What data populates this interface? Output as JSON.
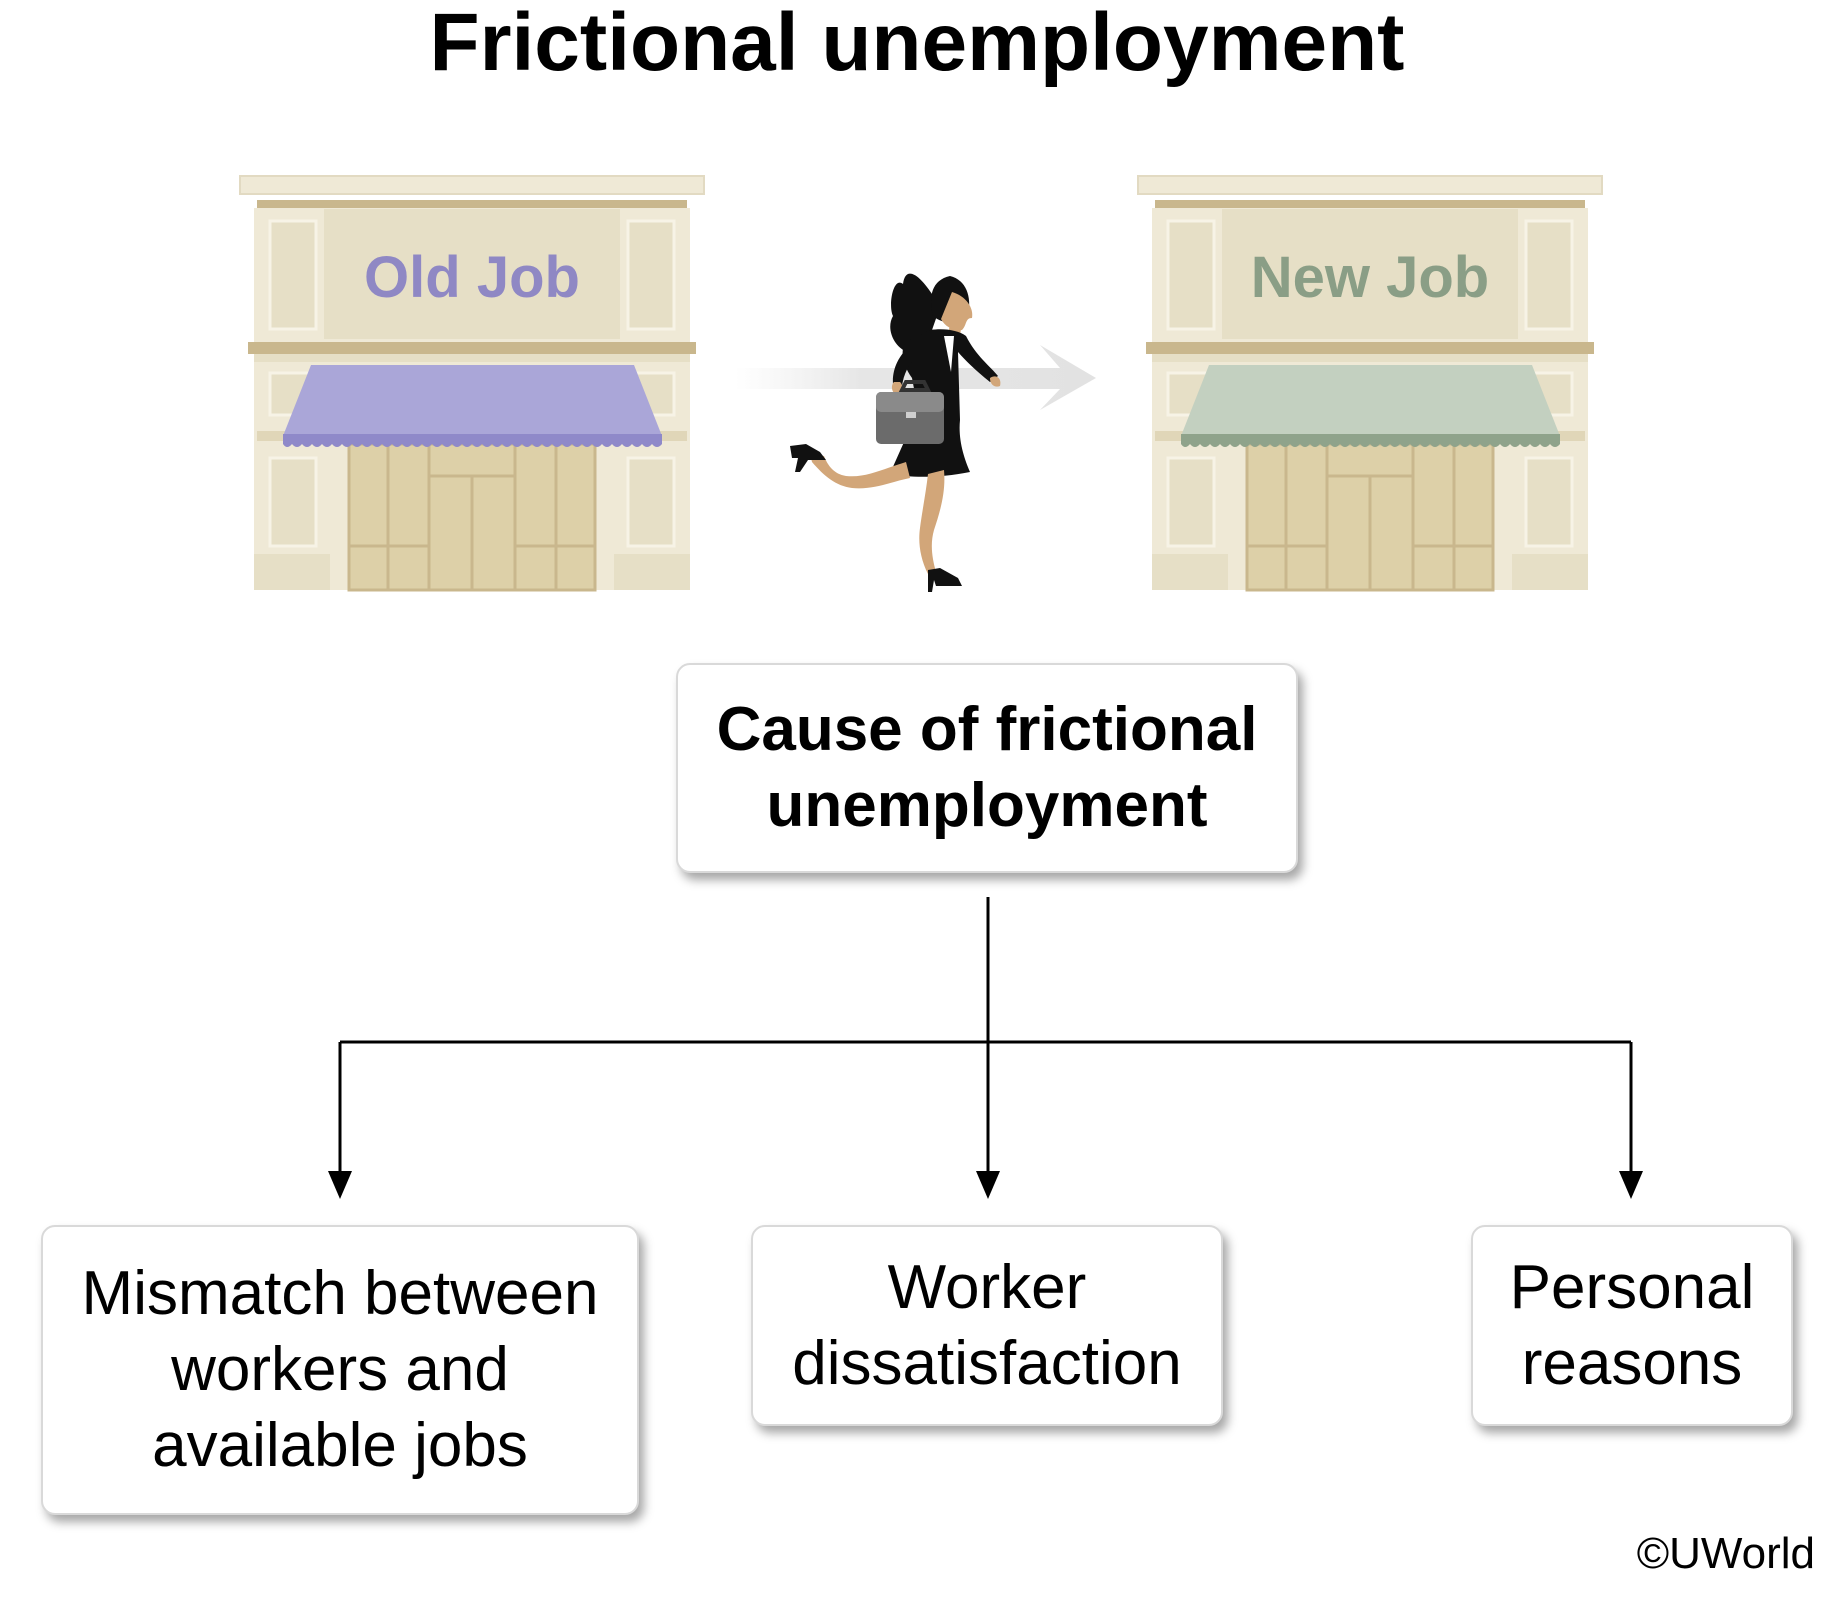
{
  "title": "Frictional unemployment",
  "illustration": {
    "old_building": {
      "label": "Old Job",
      "label_color": "#8f88c4",
      "awning_color": "#aaa6d8",
      "awning_edge_color": "#8f89c9"
    },
    "new_building": {
      "label": "New Job",
      "label_color": "#8a9e86",
      "awning_color": "#c3d0c0",
      "awning_edge_color": "#8fa38b"
    },
    "building_colors": {
      "facade": "#efe9d6",
      "trim": "#c9b78d",
      "panel": "#e6dfc6",
      "door": "#ddd0a8"
    },
    "person_icon": "running-businesswoman-icon",
    "motion_arrow_icon": "motion-arrow-icon",
    "briefcase_icon": "briefcase-icon"
  },
  "diagram": {
    "root": {
      "line1": "Cause of frictional",
      "line2": "unemployment"
    },
    "causes": [
      {
        "lines": [
          "Mismatch between",
          "workers and",
          "available jobs"
        ]
      },
      {
        "lines": [
          "Worker",
          "dissatisfaction"
        ]
      },
      {
        "lines": [
          "Personal",
          "reasons"
        ]
      }
    ]
  },
  "copyright": "©UWorld"
}
